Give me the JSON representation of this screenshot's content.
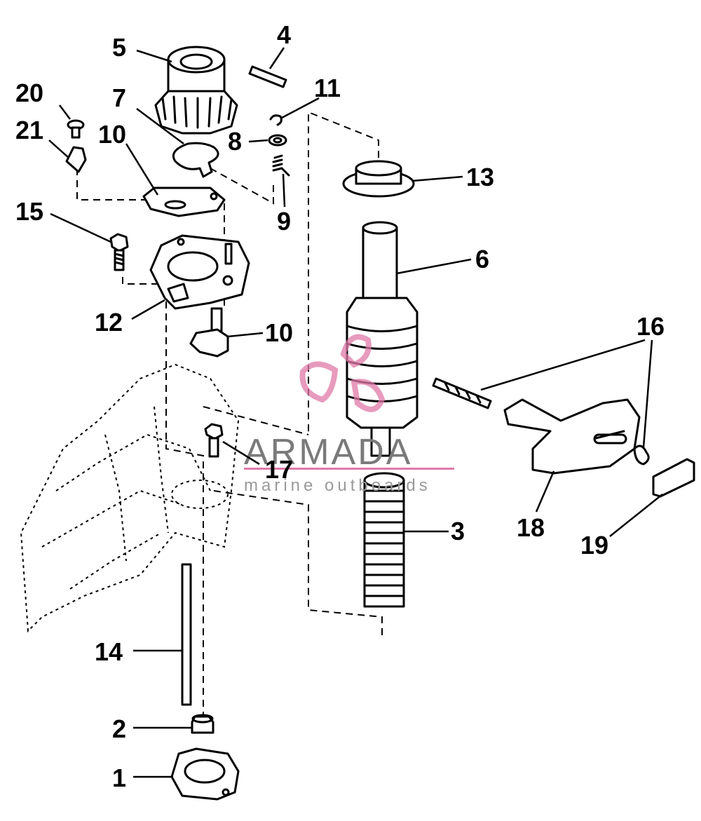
{
  "callouts": [
    {
      "id": "5",
      "label": "5"
    },
    {
      "id": "4",
      "label": "4"
    },
    {
      "id": "20",
      "label": "20"
    },
    {
      "id": "7",
      "label": "7"
    },
    {
      "id": "11",
      "label": "11"
    },
    {
      "id": "21",
      "label": "21"
    },
    {
      "id": "10a",
      "label": "10"
    },
    {
      "id": "8",
      "label": "8"
    },
    {
      "id": "13",
      "label": "13"
    },
    {
      "id": "15",
      "label": "15"
    },
    {
      "id": "9",
      "label": "9"
    },
    {
      "id": "6",
      "label": "6"
    },
    {
      "id": "12",
      "label": "12"
    },
    {
      "id": "10b",
      "label": "10"
    },
    {
      "id": "16",
      "label": "16"
    },
    {
      "id": "17",
      "label": "17"
    },
    {
      "id": "3",
      "label": "3"
    },
    {
      "id": "18",
      "label": "18"
    },
    {
      "id": "19",
      "label": "19"
    },
    {
      "id": "14",
      "label": "14"
    },
    {
      "id": "2",
      "label": "2"
    },
    {
      "id": "1",
      "label": "1"
    }
  ],
  "watermark": {
    "brand": "ARMADA",
    "tagline": "marine outboards",
    "color": "#e07aa8"
  }
}
